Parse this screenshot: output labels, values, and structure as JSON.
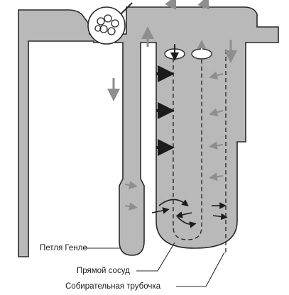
{
  "labels": {
    "henle_loop": "Петля Генле",
    "vasa_recta": "Прямой сосуд",
    "collecting_duct": "Собирательная трубочка"
  },
  "colors": {
    "tubule_fill": "#b9b9b9",
    "outline": "#2a2a2a",
    "arrow_dark": "#1c1c1c",
    "arrow_light": "#8e8e8e"
  }
}
